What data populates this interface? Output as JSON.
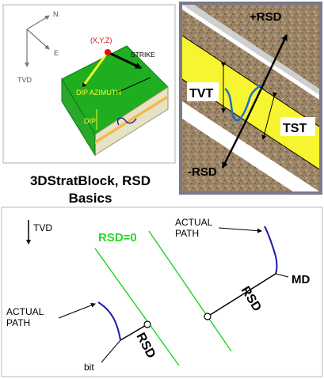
{
  "block": {
    "compass_n": "N",
    "compass_e": "E",
    "compass_tvd": "TVD",
    "xyz": "(X,Y,Z)",
    "strike": "STRIKE",
    "dip_azimuth": "DIP AZIMUTH",
    "dip": "DIP"
  },
  "strat": {
    "plus_rsd": "+RSD",
    "minus_rsd": "-RSD",
    "tvt": "TVT",
    "tst": "TST"
  },
  "caption": {
    "line1": "3DStratBlock, RSD",
    "line2": "Basics"
  },
  "bottom": {
    "tvd": "TVD",
    "rsd_zero": "RSD=0",
    "actual_path_right_1": "ACTUAL",
    "actual_path_right_2": "PATH",
    "md": "MD",
    "rsd_right": "RSD",
    "actual_path_left_1": "ACTUAL",
    "actual_path_left_2": "PATH",
    "rsd_left": "RSD",
    "bit": "bit"
  },
  "colors": {
    "green_block": "#1fae1f",
    "yellow_layer": "#f7f531",
    "rock": "#a08a6c",
    "path_blue": "#1a1aa6",
    "rsd_zero_green": "#29d629",
    "frame_gray": "#7a7a8a"
  }
}
